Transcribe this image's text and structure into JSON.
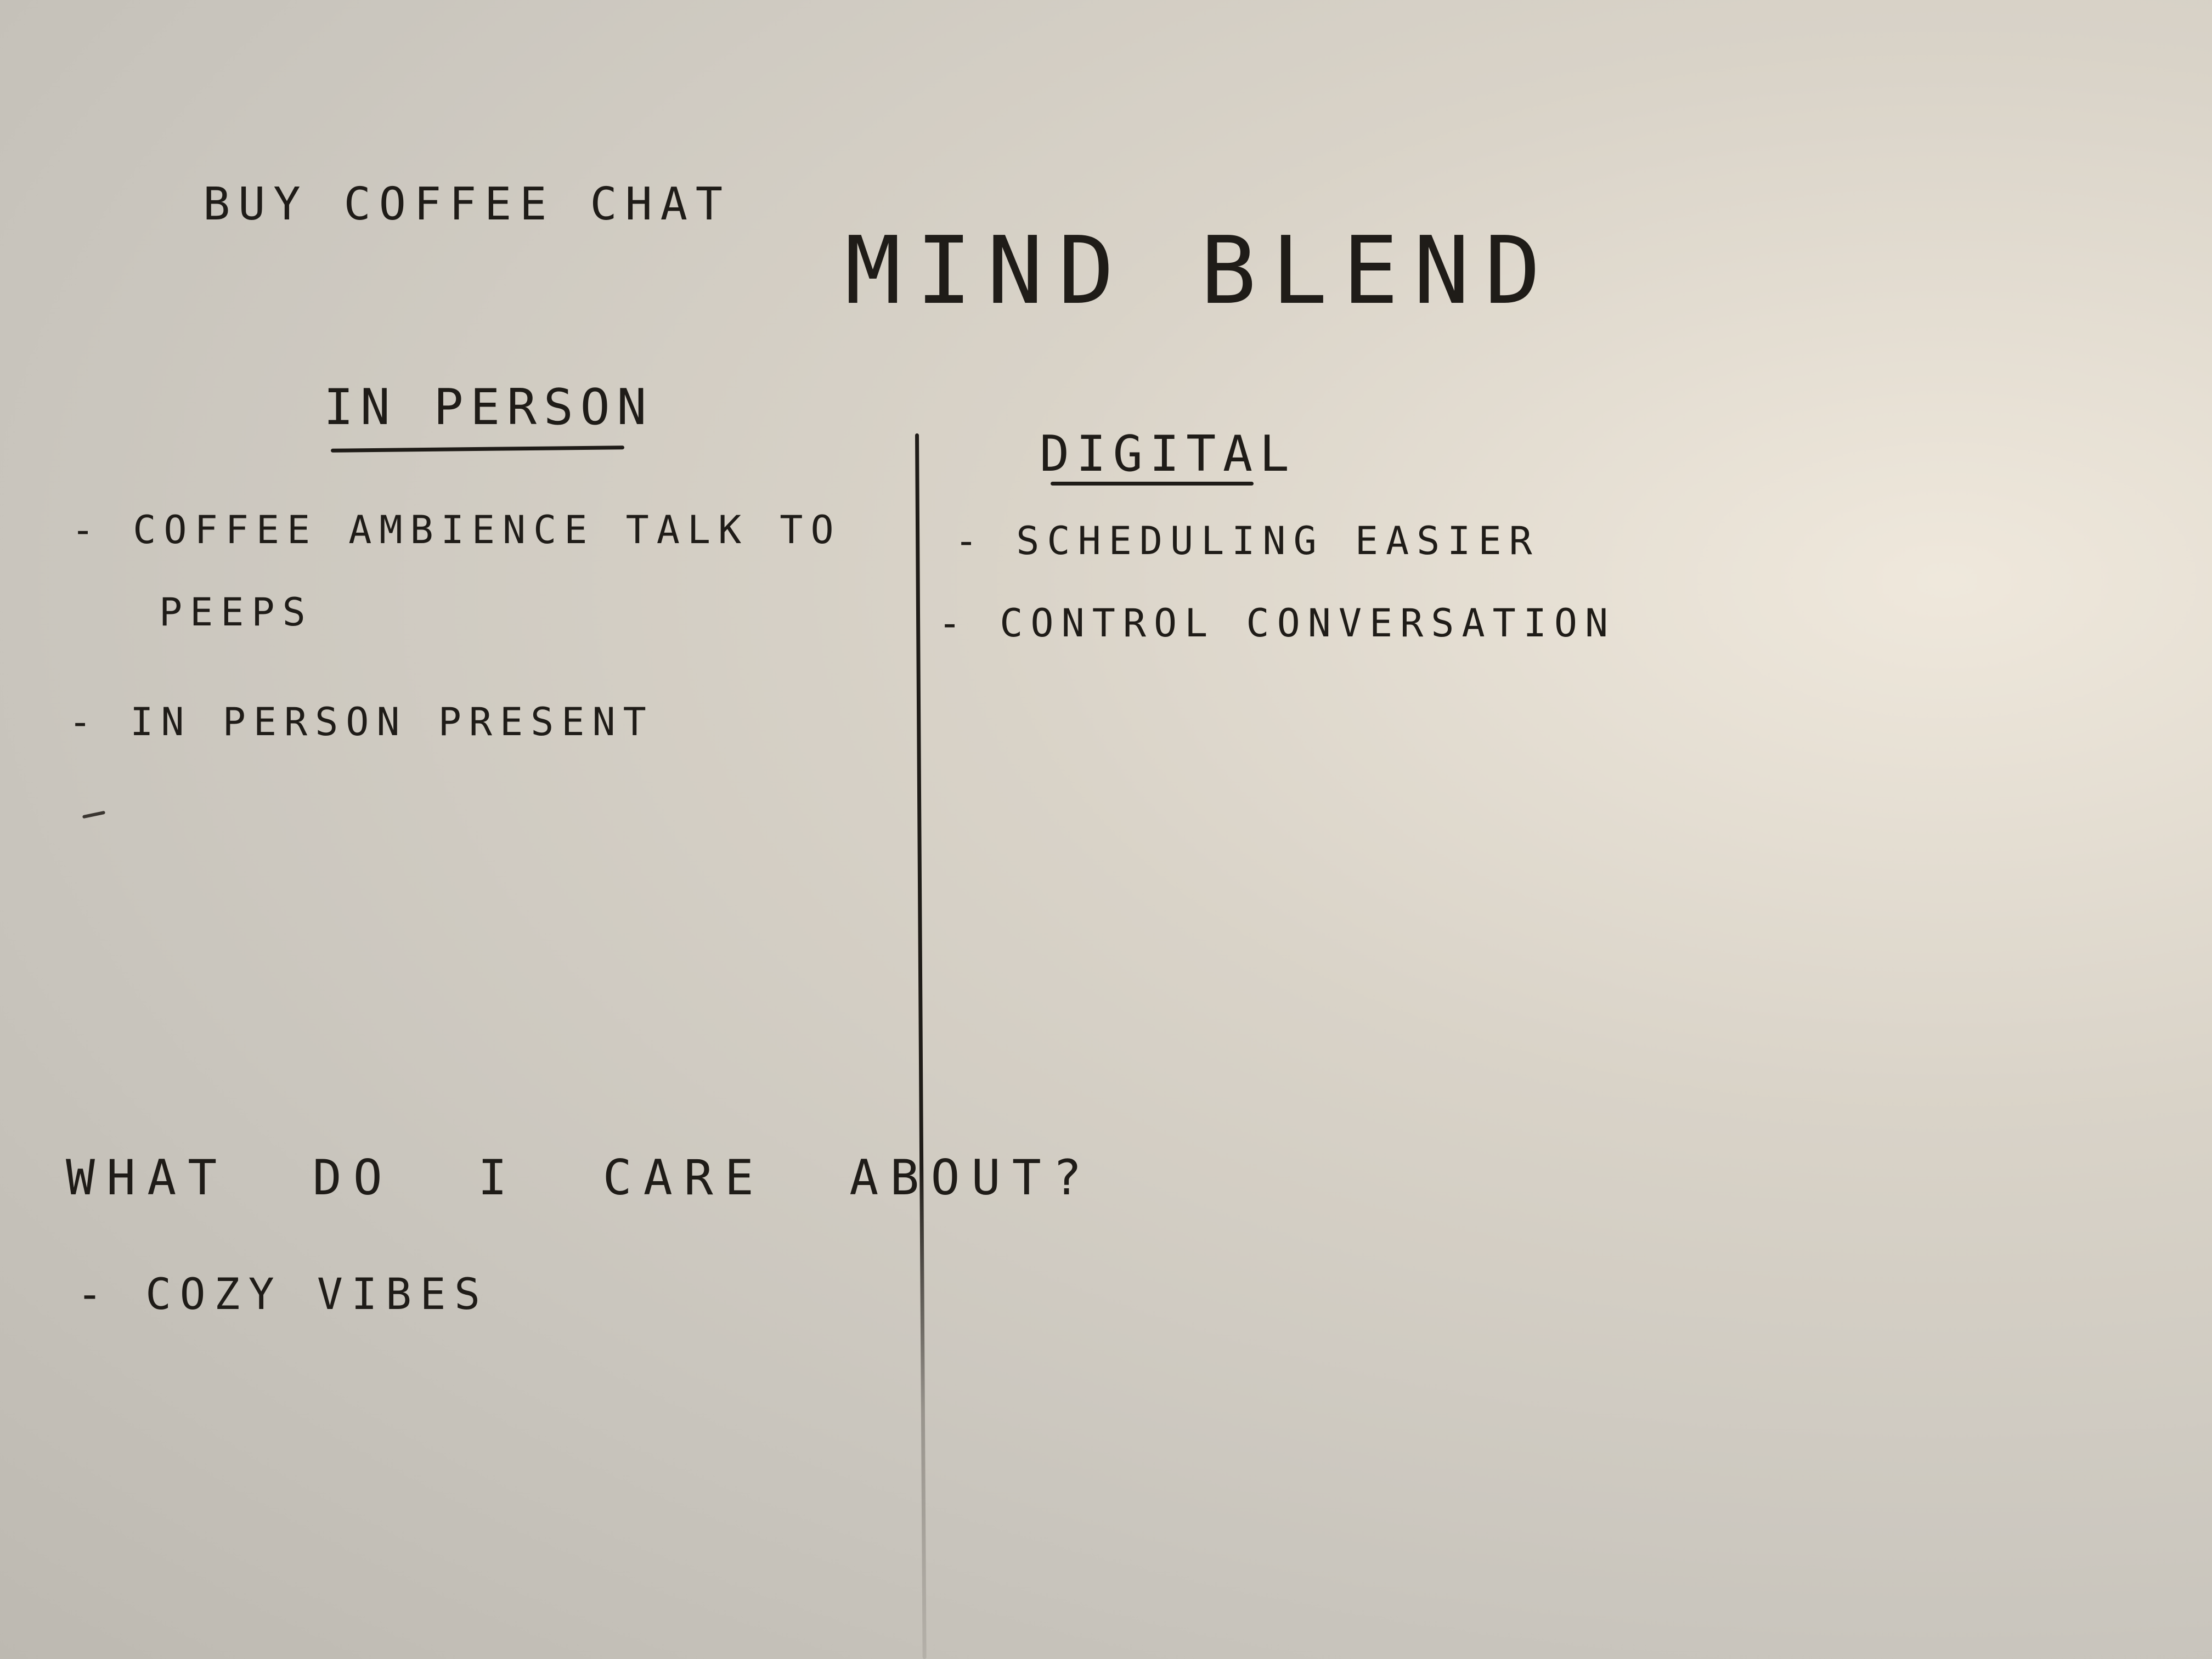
{
  "notebook_page": {
    "top_scribble": "",
    "small_title": "Buy coffee chat",
    "big_title": "Mind Blend",
    "columns": [
      {
        "heading": "In person",
        "items": [
          "- Coffee ambience talk to",
          "peeps",
          "- in person present"
        ]
      },
      {
        "heading": "Digital",
        "items": [
          "- Scheduling easier",
          "- Control conversation"
        ]
      }
    ],
    "question": "What do I care about?",
    "answers": [
      "- Cozy vibes"
    ]
  }
}
